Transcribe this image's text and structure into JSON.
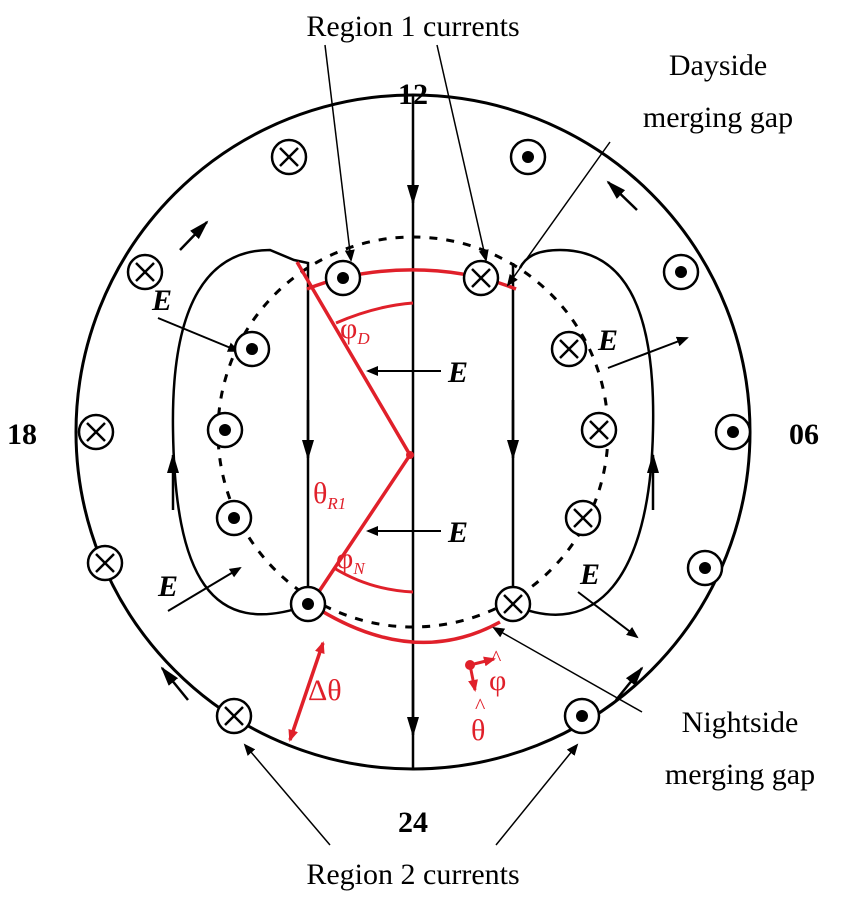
{
  "labels": {
    "region1": "Region 1 currents",
    "region2": "Region 2 currents",
    "dayside_line1": "Dayside",
    "dayside_line2": "merging gap",
    "nightside_line1": "Nightside",
    "nightside_line2": "merging gap"
  },
  "mlt": {
    "noon": "12",
    "midnight": "24",
    "dusk": "18",
    "dawn": "06"
  },
  "field": {
    "e": "E"
  },
  "angles": {
    "phi": "φ",
    "phi_d_sub": "D",
    "phi_n_sub": "N",
    "theta": "θ",
    "theta_r1_sub": "R1",
    "delta_theta": "Δθ",
    "hat": "^"
  },
  "colors": {
    "ink": "#000000",
    "accent": "#e0202a"
  }
}
